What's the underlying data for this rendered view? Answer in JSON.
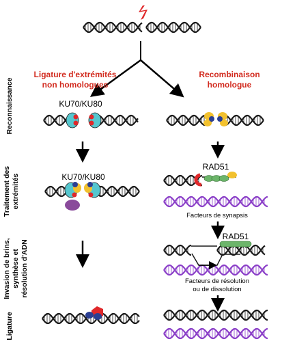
{
  "pathways": {
    "nhej_title_line1": "Ligature d'extrémités",
    "nhej_title_line2": "non homologues",
    "hr_title_line1": "Recombinaison",
    "hr_title_line2": "homologue"
  },
  "steps": {
    "recognition": "Reconnaissance",
    "processing_line1": "Traitement des",
    "processing_line2": "extrémités",
    "invasion_line1": "Invasion de brins,",
    "invasion_line2": "synthèse et",
    "invasion_line3": "résolution d'ADN",
    "ligation": "Ligature"
  },
  "labels": {
    "ku_top": "KU70/KU80",
    "ku_mid": "KU70/KU80",
    "rad51_top": "RAD51",
    "rad51_mid": "RAD51",
    "synapsis": "Facteurs de synapsis",
    "resolution_line1": "Facteurs de résolution",
    "resolution_line2": "ou de dissolution"
  },
  "colors": {
    "title_red": "#d22b1f",
    "dna_black": "#1a1a1a",
    "dna_purple": "#8b3fc8",
    "ku_cyan": "#55c7cf",
    "protein_red": "#e0282a",
    "protein_blue": "#2b3f93",
    "protein_yellow": "#f2c12e",
    "protein_purple": "#8a4a9b",
    "rad51_green": "#6cb56a"
  }
}
